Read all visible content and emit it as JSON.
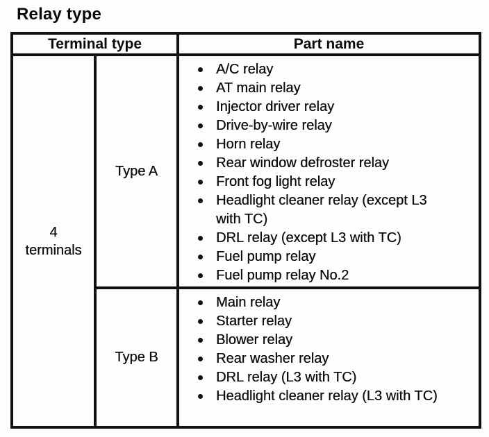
{
  "title": "Relay type",
  "colors": {
    "ink": "#111111",
    "paper": "#fdfdfd"
  },
  "table": {
    "header": {
      "terminal_type": "Terminal type",
      "part_name": "Part name"
    },
    "terminal_group": {
      "label": "4\nterminals"
    },
    "rows": [
      {
        "type_label": "Type A",
        "parts": [
          "A/C relay",
          "AT main relay",
          "Injector driver relay",
          "Drive-by-wire relay",
          "Horn relay",
          "Rear window defroster relay",
          "Front fog light relay",
          "Headlight cleaner relay (except L3 with TC)",
          "DRL relay (except L3 with TC)",
          "Fuel pump relay",
          "Fuel pump relay No.2"
        ]
      },
      {
        "type_label": "Type B",
        "parts": [
          "Main relay",
          "Starter relay",
          "Blower relay",
          "Rear washer relay",
          "DRL relay (L3 with TC)",
          "Headlight cleaner relay (L3 with TC)"
        ]
      }
    ]
  }
}
